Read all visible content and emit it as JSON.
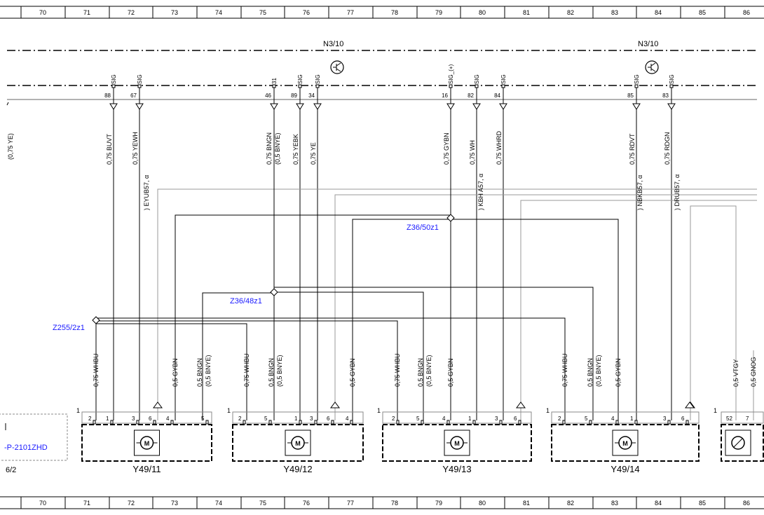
{
  "ruler": [
    "70",
    "71",
    "72",
    "73",
    "74",
    "75",
    "76",
    "77",
    "78",
    "79",
    "80",
    "81",
    "82",
    "83",
    "84",
    "85",
    "86"
  ],
  "units": [
    {
      "name": "N3/10"
    },
    {
      "name": "N3/10"
    }
  ],
  "left_label": "(0,75 YE)",
  "connector_pins": [
    {
      "pin": "88",
      "sig": "SIG"
    },
    {
      "pin": "67",
      "sig": "SIG"
    },
    {
      "pin": "46",
      "sig": "31"
    },
    {
      "pin": "89",
      "sig": "SIG"
    },
    {
      "pin": "34",
      "sig": "SIG"
    },
    {
      "pin": "16",
      "sig": "SIG_(+)"
    },
    {
      "pin": "82",
      "sig": "SIG"
    },
    {
      "pin": "84",
      "sig": "SIG"
    },
    {
      "pin": "85",
      "sig": "SIG"
    },
    {
      "pin": "83",
      "sig": "SIG"
    }
  ],
  "upper_wires": [
    {
      "label": "0,75 BUVT",
      "label2": ""
    },
    {
      "label": "0,75 YEWH",
      "label2": ""
    },
    {
      "label": "0,75 BNGN",
      "label2": "(0,5 BNYE)"
    },
    {
      "label": "0,75 YEBK",
      "label2": ""
    },
    {
      "label": "0,75 YE",
      "label2": ""
    },
    {
      "label": "0,75 GYBN",
      "label2": ""
    },
    {
      "label": "0,75 WH",
      "label2": ""
    },
    {
      "label": "0,75 WHRD",
      "label2": ""
    },
    {
      "label": "0,75 RDVT",
      "label2": ""
    },
    {
      "label": "0,75 RDGN",
      "label2": ""
    }
  ],
  "side_notes": [
    {
      "text": ") EYUB57, α"
    },
    {
      "text": ") KBH A57, α"
    },
    {
      "text": ") NBKB57, α"
    },
    {
      "text": ") DRUB57, α"
    }
  ],
  "splices": [
    {
      "name": "Z36/50z1"
    },
    {
      "name": "Z36/48z1"
    },
    {
      "name": "Z255/2z1"
    }
  ],
  "lower_wires": [
    {
      "label": "0,75 WHBU",
      "label2": ""
    },
    {
      "label": "0,5 GYBN",
      "label2": ""
    },
    {
      "label": "0,5 BNGN",
      "label2": "(0,5 BNYE)"
    },
    {
      "label": "0,75 WHBU",
      "label2": ""
    },
    {
      "label": "0,5 BNGN",
      "label2": "(0,5 BNYE)"
    },
    {
      "label": "0,5 GYBN",
      "label2": ""
    },
    {
      "label": "0,75 WHBU",
      "label2": ""
    },
    {
      "label": "0,5 BNGN",
      "label2": "(0,5 BNYE)"
    },
    {
      "label": "0,5 GYBN",
      "label2": ""
    },
    {
      "label": "0,75 WHBU",
      "label2": ""
    },
    {
      "label": "0,5 BNGN",
      "label2": "(0,5 BNYE)"
    },
    {
      "label": "0,5 GYBN",
      "label2": ""
    },
    {
      "label": "0,5 VTGY",
      "label2": ""
    },
    {
      "label": "0,5 GNOG",
      "label2": ""
    }
  ],
  "components": [
    {
      "name": "Y49/11",
      "first": "1",
      "pins": [
        "2",
        "1",
        "3",
        "6",
        "4",
        "5"
      ]
    },
    {
      "name": "Y49/12",
      "first": "1",
      "pins": [
        "2",
        "5",
        "1",
        "3",
        "6",
        "4"
      ]
    },
    {
      "name": "Y49/13",
      "first": "1",
      "pins": [
        "2",
        "5",
        "4",
        "1",
        "3",
        "6"
      ]
    },
    {
      "name": "Y49/14",
      "first": "1",
      "pins": [
        "2",
        "5",
        "4",
        "1",
        "3",
        "6"
      ]
    },
    {
      "name": "",
      "first": "1",
      "pins": [
        "52",
        "7"
      ]
    }
  ],
  "left_box_text": "-P-2101ZHD",
  "left_bottom_text": "6/2",
  "motor_symbol": "M"
}
